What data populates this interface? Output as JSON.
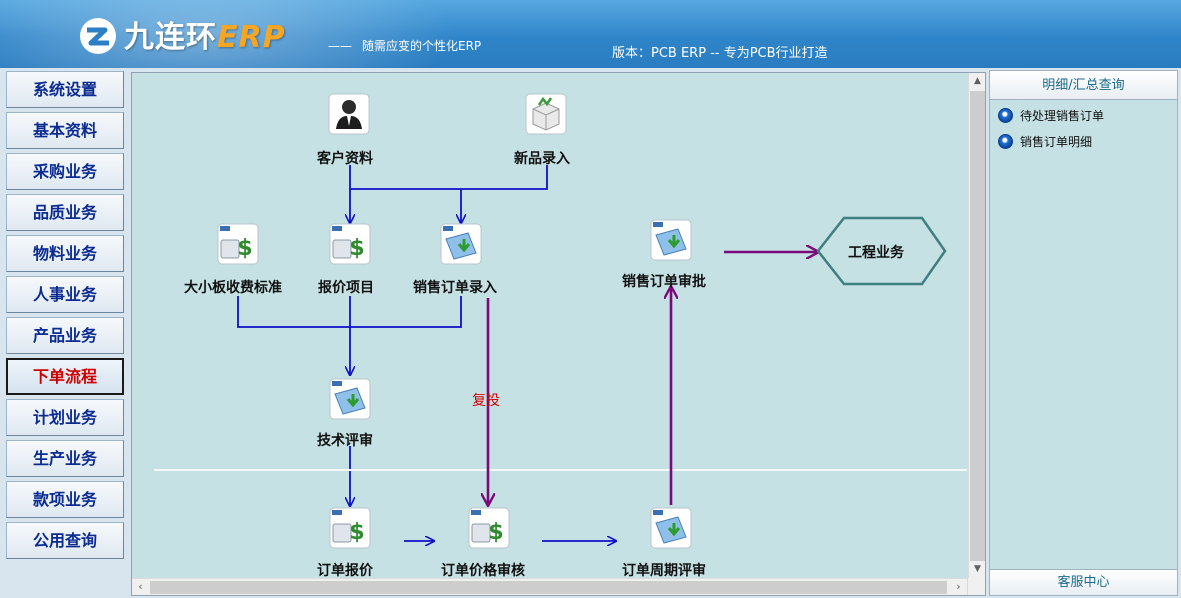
{
  "header": {
    "logo_name": "九连环",
    "logo_suffix": "ERP",
    "slogan_dash": "——",
    "slogan": "随需应变的个性化ERP",
    "version": "版本：PCB ERP -- 专为PCB行业打造"
  },
  "nav": {
    "items": [
      {
        "label": "系统设置"
      },
      {
        "label": "基本资料"
      },
      {
        "label": "采购业务"
      },
      {
        "label": "品质业务"
      },
      {
        "label": "物料业务"
      },
      {
        "label": "人事业务"
      },
      {
        "label": "产品业务"
      },
      {
        "label": "下单流程",
        "active": true
      },
      {
        "label": "计划业务"
      },
      {
        "label": "生产业务"
      },
      {
        "label": "款项业务"
      },
      {
        "label": "公用查询"
      }
    ]
  },
  "flow": {
    "nodes": {
      "customer": "客户资料",
      "new_product": "新品录入",
      "board_fee": "大小板收费标准",
      "quote_item": "报价项目",
      "sales_entry": "销售订单录入",
      "sales_approval": "销售订单审批",
      "tech_review": "技术评审",
      "order_quote": "订单报价",
      "price_audit": "订单价格审核",
      "cycle_review": "订单周期评审"
    },
    "engineering": "工程业务",
    "rework_label": "复投",
    "colors": {
      "blue_arrow": "#1010c8",
      "purple_arrow": "#7a0a7a",
      "hex_border": "#3f7f7f"
    }
  },
  "right_panel": {
    "header": "明细/汇总查询",
    "items": [
      "待处理销售订单",
      "销售订单明细"
    ],
    "footer": "客服中心"
  }
}
